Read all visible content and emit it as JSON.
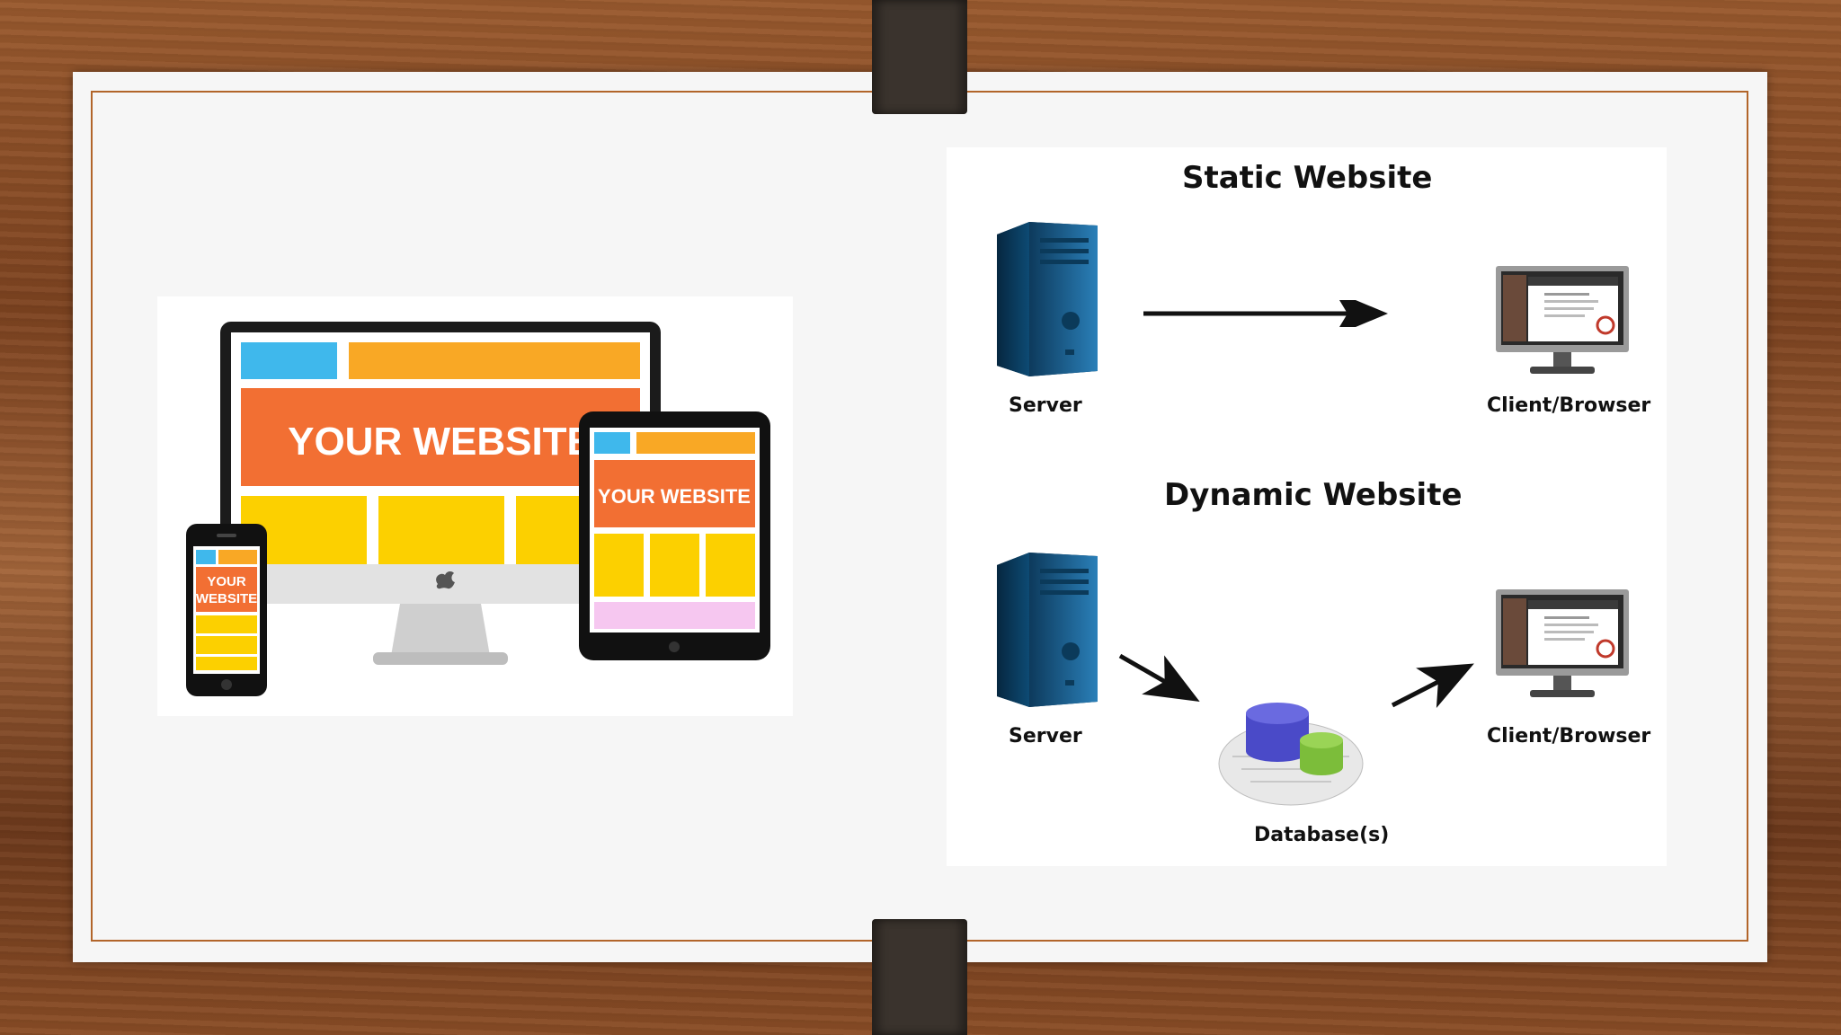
{
  "devices": {
    "desktop_text": "YOUR WEBSITE",
    "tablet_text": "YOUR WEBSITE",
    "phone_line1": "YOUR",
    "phone_line2": "WEBSITE"
  },
  "static": {
    "title": "Static Website",
    "server_label": "Server",
    "client_label": "Client/Browser"
  },
  "dynamic": {
    "title": "Dynamic Website",
    "server_label": "Server",
    "client_label": "Client/Browser",
    "database_label": "Database(s)"
  },
  "colors": {
    "accent_orange": "#f26f33",
    "accent_yellow": "#fcd000",
    "accent_blue": "#3fb8ec",
    "frame_border": "#b2652a",
    "server_blue": "#1a5a8a"
  }
}
